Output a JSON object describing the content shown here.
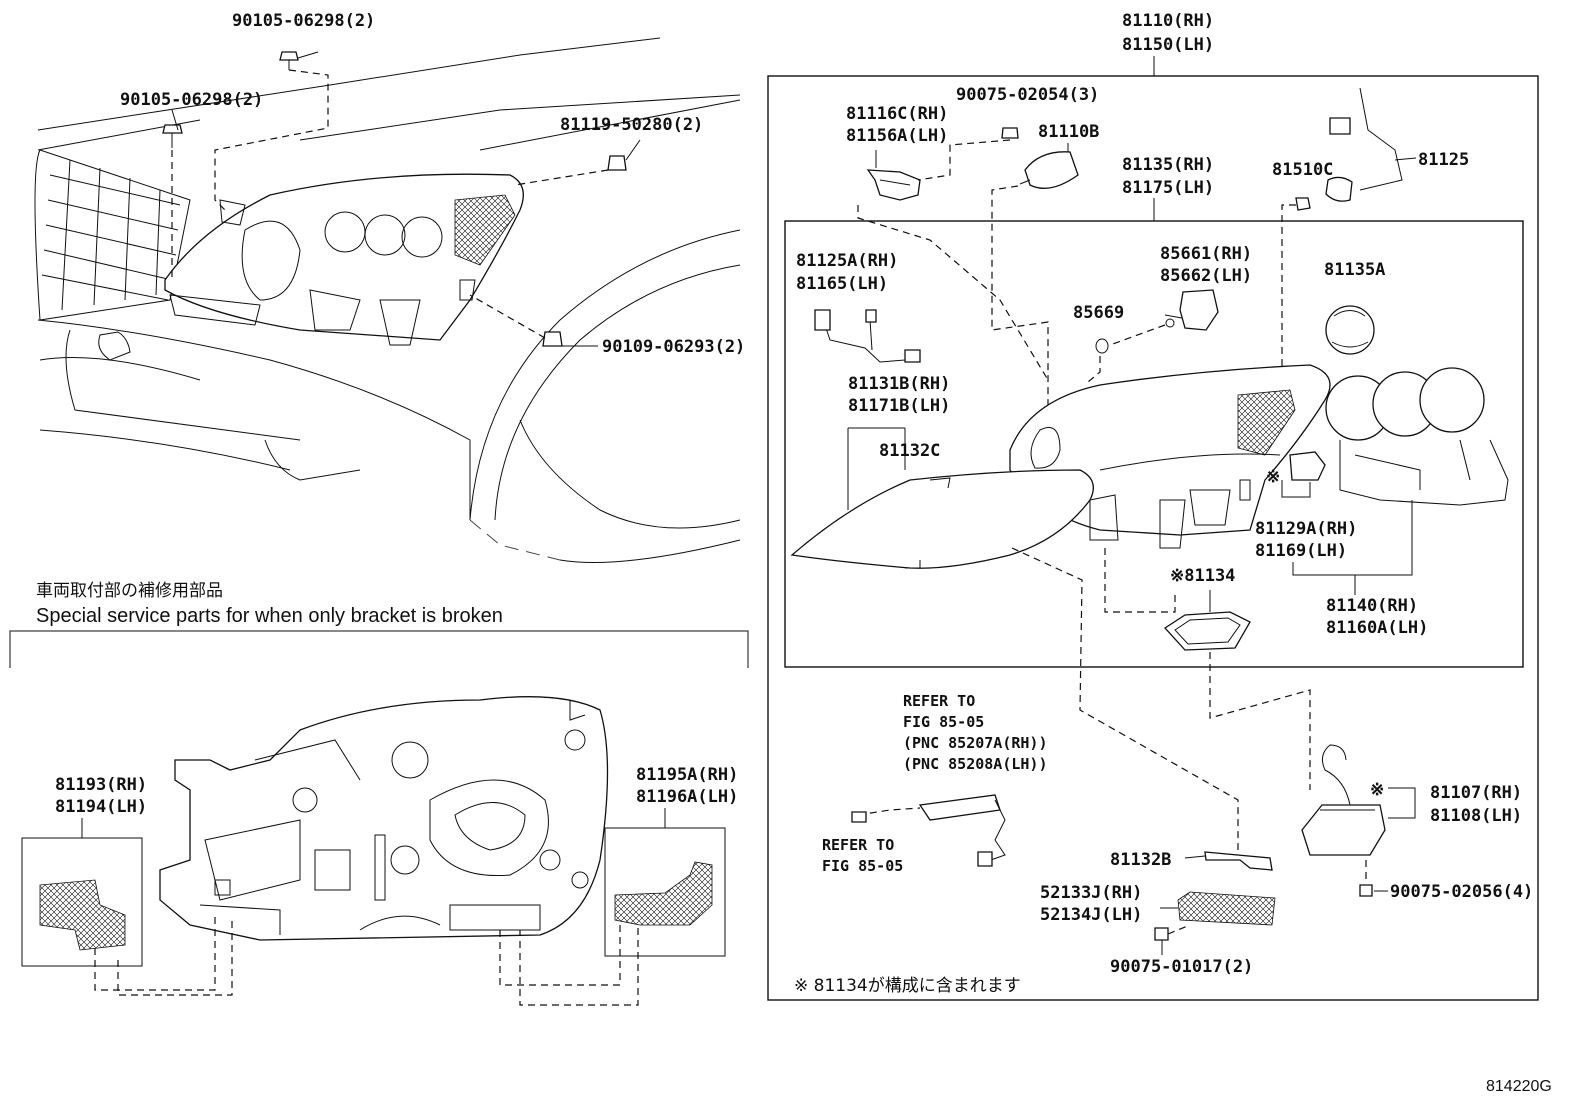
{
  "labels": {
    "p_90105_top": "90105-06298(2)",
    "p_90105_mid": "90105-06298(2)",
    "p_81119": "81119-50280(2)",
    "p_90109": "90109-06293(2)",
    "p_81110_rh": "81110(RH)",
    "p_81150_lh": "81150(LH)",
    "p_90075_02054": "90075-02054(3)",
    "p_81116c": "81116C(RH)",
    "p_81156a": "81156A(LH)",
    "p_81110b": "81110B",
    "p_81135_rh": "81135(RH)",
    "p_81175_lh": "81175(LH)",
    "p_81510c": "81510C",
    "p_81125": "81125",
    "p_81125a": "81125A(RH)",
    "p_81165": "81165(LH)",
    "p_85661": "85661(RH)",
    "p_85662": "85662(LH)",
    "p_81135a": "81135A",
    "p_85669": "85669",
    "p_81131b": "81131B(RH)",
    "p_81171b": "81171B(LH)",
    "p_81132c": "81132C",
    "p_81129a": "81129A(RH)",
    "p_81169": "81169(LH)",
    "p_81134": "※81134",
    "p_81140": "81140(RH)",
    "p_81160a": "81160A(LH)",
    "p_81107": "81107(RH)",
    "p_81108": "81108(LH)",
    "p_90075_02056": "90075-02056(4)",
    "p_81132b": "81132B",
    "p_52133j": "52133J(RH)",
    "p_52134j": "52134J(LH)",
    "p_90075_01017": "90075-01017(2)",
    "p_81193": "81193(RH)",
    "p_81194": "81194(LH)",
    "p_81195a": "81195A(RH)",
    "p_81196a": "81196A(LH)",
    "asterisk": "※",
    "refer_1": "REFER TO",
    "refer_2": "FIG 85-05",
    "refer_3": "(PNC 85207A(RH))",
    "refer_4": "(PNC 85208A(LH))",
    "refer_b1": "REFER TO",
    "refer_b2": "FIG 85-05"
  },
  "notes": {
    "jp_title": "車両取付部の補修用部品",
    "en_title": "Special service parts for when only bracket is broken",
    "footnote": "※ 81134が構成に含まれます"
  },
  "figure_id": "814220G"
}
